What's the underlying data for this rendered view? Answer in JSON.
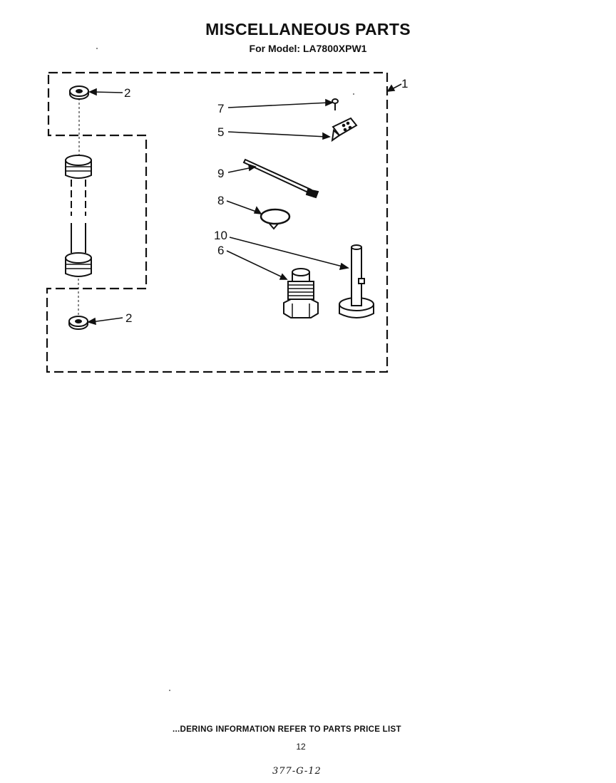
{
  "page": {
    "title": "MISCELLANEOUS PARTS",
    "subtitle": "For Model: LA7800XPW1",
    "footer": "...DERING INFORMATION REFER TO PARTS PRICE LIST",
    "page_number": "12",
    "doc_number": "377-G-12"
  },
  "callouts": {
    "c1": "1",
    "c2_top": "2",
    "c2_bottom": "2",
    "c5": "5",
    "c6": "6",
    "c7": "7",
    "c8": "8",
    "c9": "9",
    "c10": "10"
  }
}
